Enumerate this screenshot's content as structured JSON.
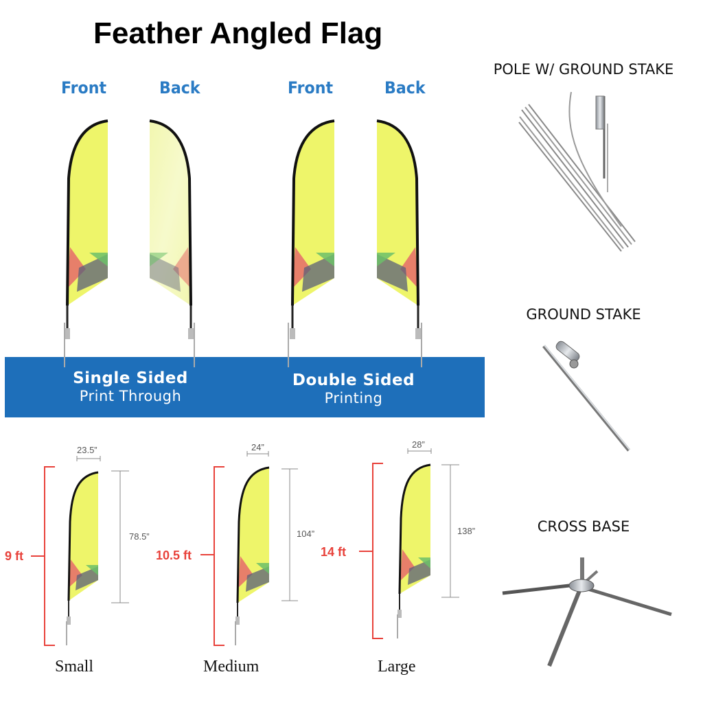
{
  "title": "Feather Angled Flag",
  "views": [
    {
      "label": "Front"
    },
    {
      "label": "Back"
    },
    {
      "label": "Front"
    },
    {
      "label": "Back"
    }
  ],
  "printing": {
    "single": {
      "title": "Single Sided",
      "subtitle": "Print Through"
    },
    "double": {
      "title": "Double Sided",
      "subtitle": "Printing"
    }
  },
  "accessories": {
    "pole": "POLE W/ GROUND STAKE",
    "stake": "GROUND STAKE",
    "base": "CROSS BASE"
  },
  "sizes": [
    {
      "name": "Small",
      "width": "23.5”",
      "height": "78.5”",
      "overall": "9 ft"
    },
    {
      "name": "Medium",
      "width": "24”",
      "height": "104”",
      "overall": "10.5 ft"
    },
    {
      "name": "Large",
      "width": "28”",
      "height": "138”",
      "overall": "14 ft"
    }
  ],
  "colors": {
    "flag_fill": "#eef56a",
    "band": "#1e6fba",
    "view_label": "#2a7bc4",
    "dimension_red": "#e8413a"
  }
}
